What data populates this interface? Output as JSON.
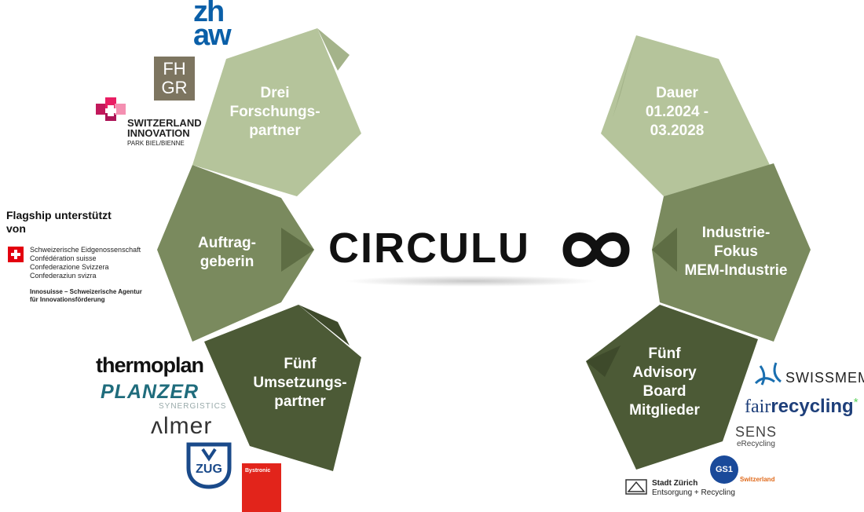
{
  "title": "CIRCULU",
  "segments": {
    "top_left": {
      "lines": [
        "Drei",
        "Forschungs-",
        "partner"
      ],
      "color": "#b5c49b"
    },
    "mid_left": {
      "lines": [
        "Auftrag-",
        "geberin"
      ],
      "color": "#7a8a5e"
    },
    "bottom_left": {
      "lines": [
        "Fünf",
        "Umsetzungs-",
        "partner"
      ],
      "color": "#4c5a36"
    },
    "top_right": {
      "lines": [
        "Dauer",
        "01.2024 -",
        "03.2028"
      ],
      "color": "#b5c49b"
    },
    "mid_right": {
      "lines": [
        "Industrie-",
        "Fokus",
        "MEM-Industrie"
      ],
      "color": "#7a8a5e"
    },
    "bottom_right": {
      "lines": [
        "Fünf",
        "Advisory",
        "Board",
        "Mitglieder"
      ],
      "color": "#4c5a36"
    }
  },
  "logos_left": {
    "zhaw_line1": "zh",
    "zhaw_line2": "aw",
    "fhgr_line1": "FH",
    "fhgr_line2": "GR",
    "sip_line1": "SWITZERLAND",
    "sip_line2": "INNOVATION",
    "sip_line3": "PARK BIEL/BIENNE",
    "flagship": "Flagship unterstützt von",
    "conf_1": "Schweizerische Eidgenossenschaft",
    "conf_2": "Confédération suisse",
    "conf_3": "Confederazione Svizzera",
    "conf_4": "Confederaziun svizra",
    "inno_1": "Innosuisse – Schweizerische Agentur",
    "inno_2": "für Innovationsförderung",
    "thermoplan": "thermoplan",
    "planzer": "PLANZER",
    "synergistics": "SYNERGISTICS",
    "almer": "ʌlmer",
    "vzug": "ZUG",
    "bystronic": "Bystronic"
  },
  "logos_right": {
    "swissmem": "SWISSMEM",
    "fair_a": "fair",
    "fair_b": "recycling",
    "fair_star": "*",
    "sens": "SENS",
    "erecycling": "eRecycling",
    "gs1": "GS1",
    "gs1_sub": "Switzerland",
    "zurich_1": "Stadt Zürich",
    "zurich_2": "Entsorgung + Recycling"
  }
}
